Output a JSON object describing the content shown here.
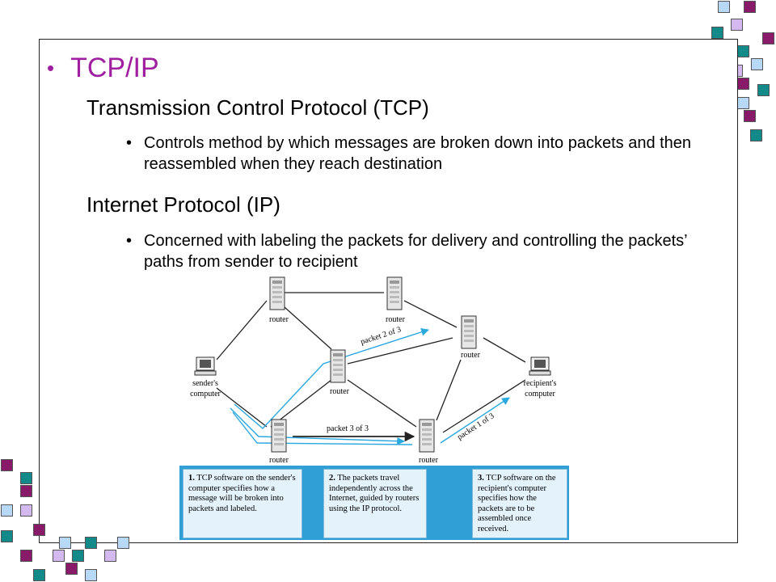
{
  "slide": {
    "title": "TCP/IP",
    "bullet_symbol": "•",
    "items": [
      {
        "heading": "Transmission Control Protocol (TCP)",
        "sub": "Controls method by which messages are broken down into packets and then reassembled when they reach destination"
      },
      {
        "heading": "Internet Protocol (IP)",
        "sub": "Concerned with labeling the packets for delivery and controlling the packets’ paths from sender to recipient"
      }
    ]
  },
  "diagram": {
    "router_label": "router",
    "sender_label_1": "sender's",
    "sender_label_2": "computer",
    "recipient_label_1": "recipient's",
    "recipient_label_2": "computer",
    "packet_2": "packet 2 of 3",
    "packet_3": "packet 3 of 3",
    "packet_1": "packet 1 of 3",
    "captions": [
      {
        "num": "1.",
        "text": "TCP software on the sender's computer specifies how a message will be broken into packets and labeled."
      },
      {
        "num": "2.",
        "text": "The packets travel independently across the Internet, guided by routers using the IP protocol."
      },
      {
        "num": "3.",
        "text": "TCP software on the recipient's computer specifies how the packets are to be assembled once received."
      }
    ],
    "colors": {
      "packet_path": "#2aa8e0",
      "line": "#222222",
      "caption_bg": "#e4f3fb",
      "caption_border": "#2f9fd6"
    }
  },
  "theme": {
    "title_color": "#a01fa0",
    "magenta": "#8a1a6a",
    "teal": "#138a8a",
    "light_blue": "#b8d8f8",
    "lavender": "#d4b8f0"
  }
}
